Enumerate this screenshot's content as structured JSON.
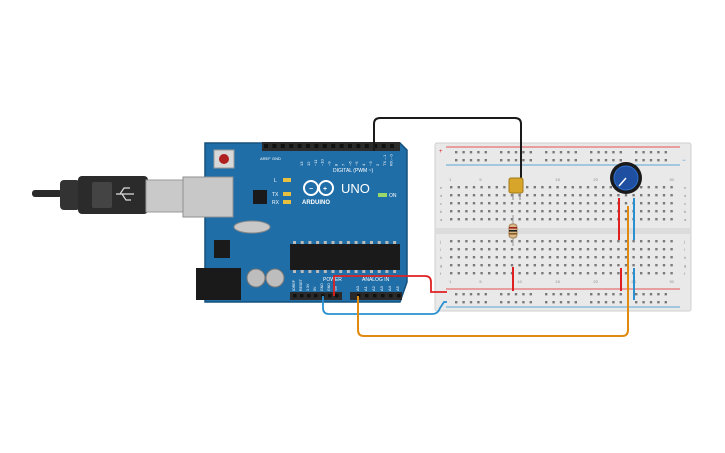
{
  "board": {
    "model": "UNO",
    "brand": "ARDUINO",
    "digital_header": "DIGITAL (PWM ~)",
    "power_header": "POWER",
    "analog_header": "ANALOG IN",
    "led_on": "ON",
    "led_l": "L",
    "led_tx": "TX",
    "led_rx": "RX",
    "aref": "AREF",
    "gnd": "GND",
    "digital_pins": [
      "13",
      "12",
      "~11",
      "~10",
      "~9",
      "8",
      "7",
      "~6",
      "~5",
      "4",
      "~3",
      "2",
      "TX→1",
      "RX←0"
    ],
    "power_pins": [
      "IOREF",
      "RESET",
      "3.3V",
      "5V",
      "GND",
      "GND",
      "Vin"
    ],
    "analog_pins": [
      "A0",
      "A1",
      "A2",
      "A3",
      "A4",
      "A5"
    ]
  },
  "breadboard": {
    "row_letters_top": [
      "a",
      "b",
      "c",
      "d",
      "e"
    ],
    "row_letters_bottom": [
      "f",
      "g",
      "h",
      "i",
      "j"
    ],
    "columns": [
      "1",
      "5",
      "10",
      "15",
      "20",
      "25",
      "30"
    ],
    "rail_plus": "+",
    "rail_minus": "−"
  },
  "colors": {
    "board": "#1f6ea8",
    "board_edge": "#15507d",
    "usb_body": "#2a2a2a",
    "wire_black": "#1a1a1a",
    "wire_red": "#e02020",
    "wire_blue": "#2a90d0",
    "wire_orange": "#e08a10",
    "breadboard": "#e9e9e9",
    "led": "#d6a52a",
    "pot": "#1e4fa0"
  }
}
